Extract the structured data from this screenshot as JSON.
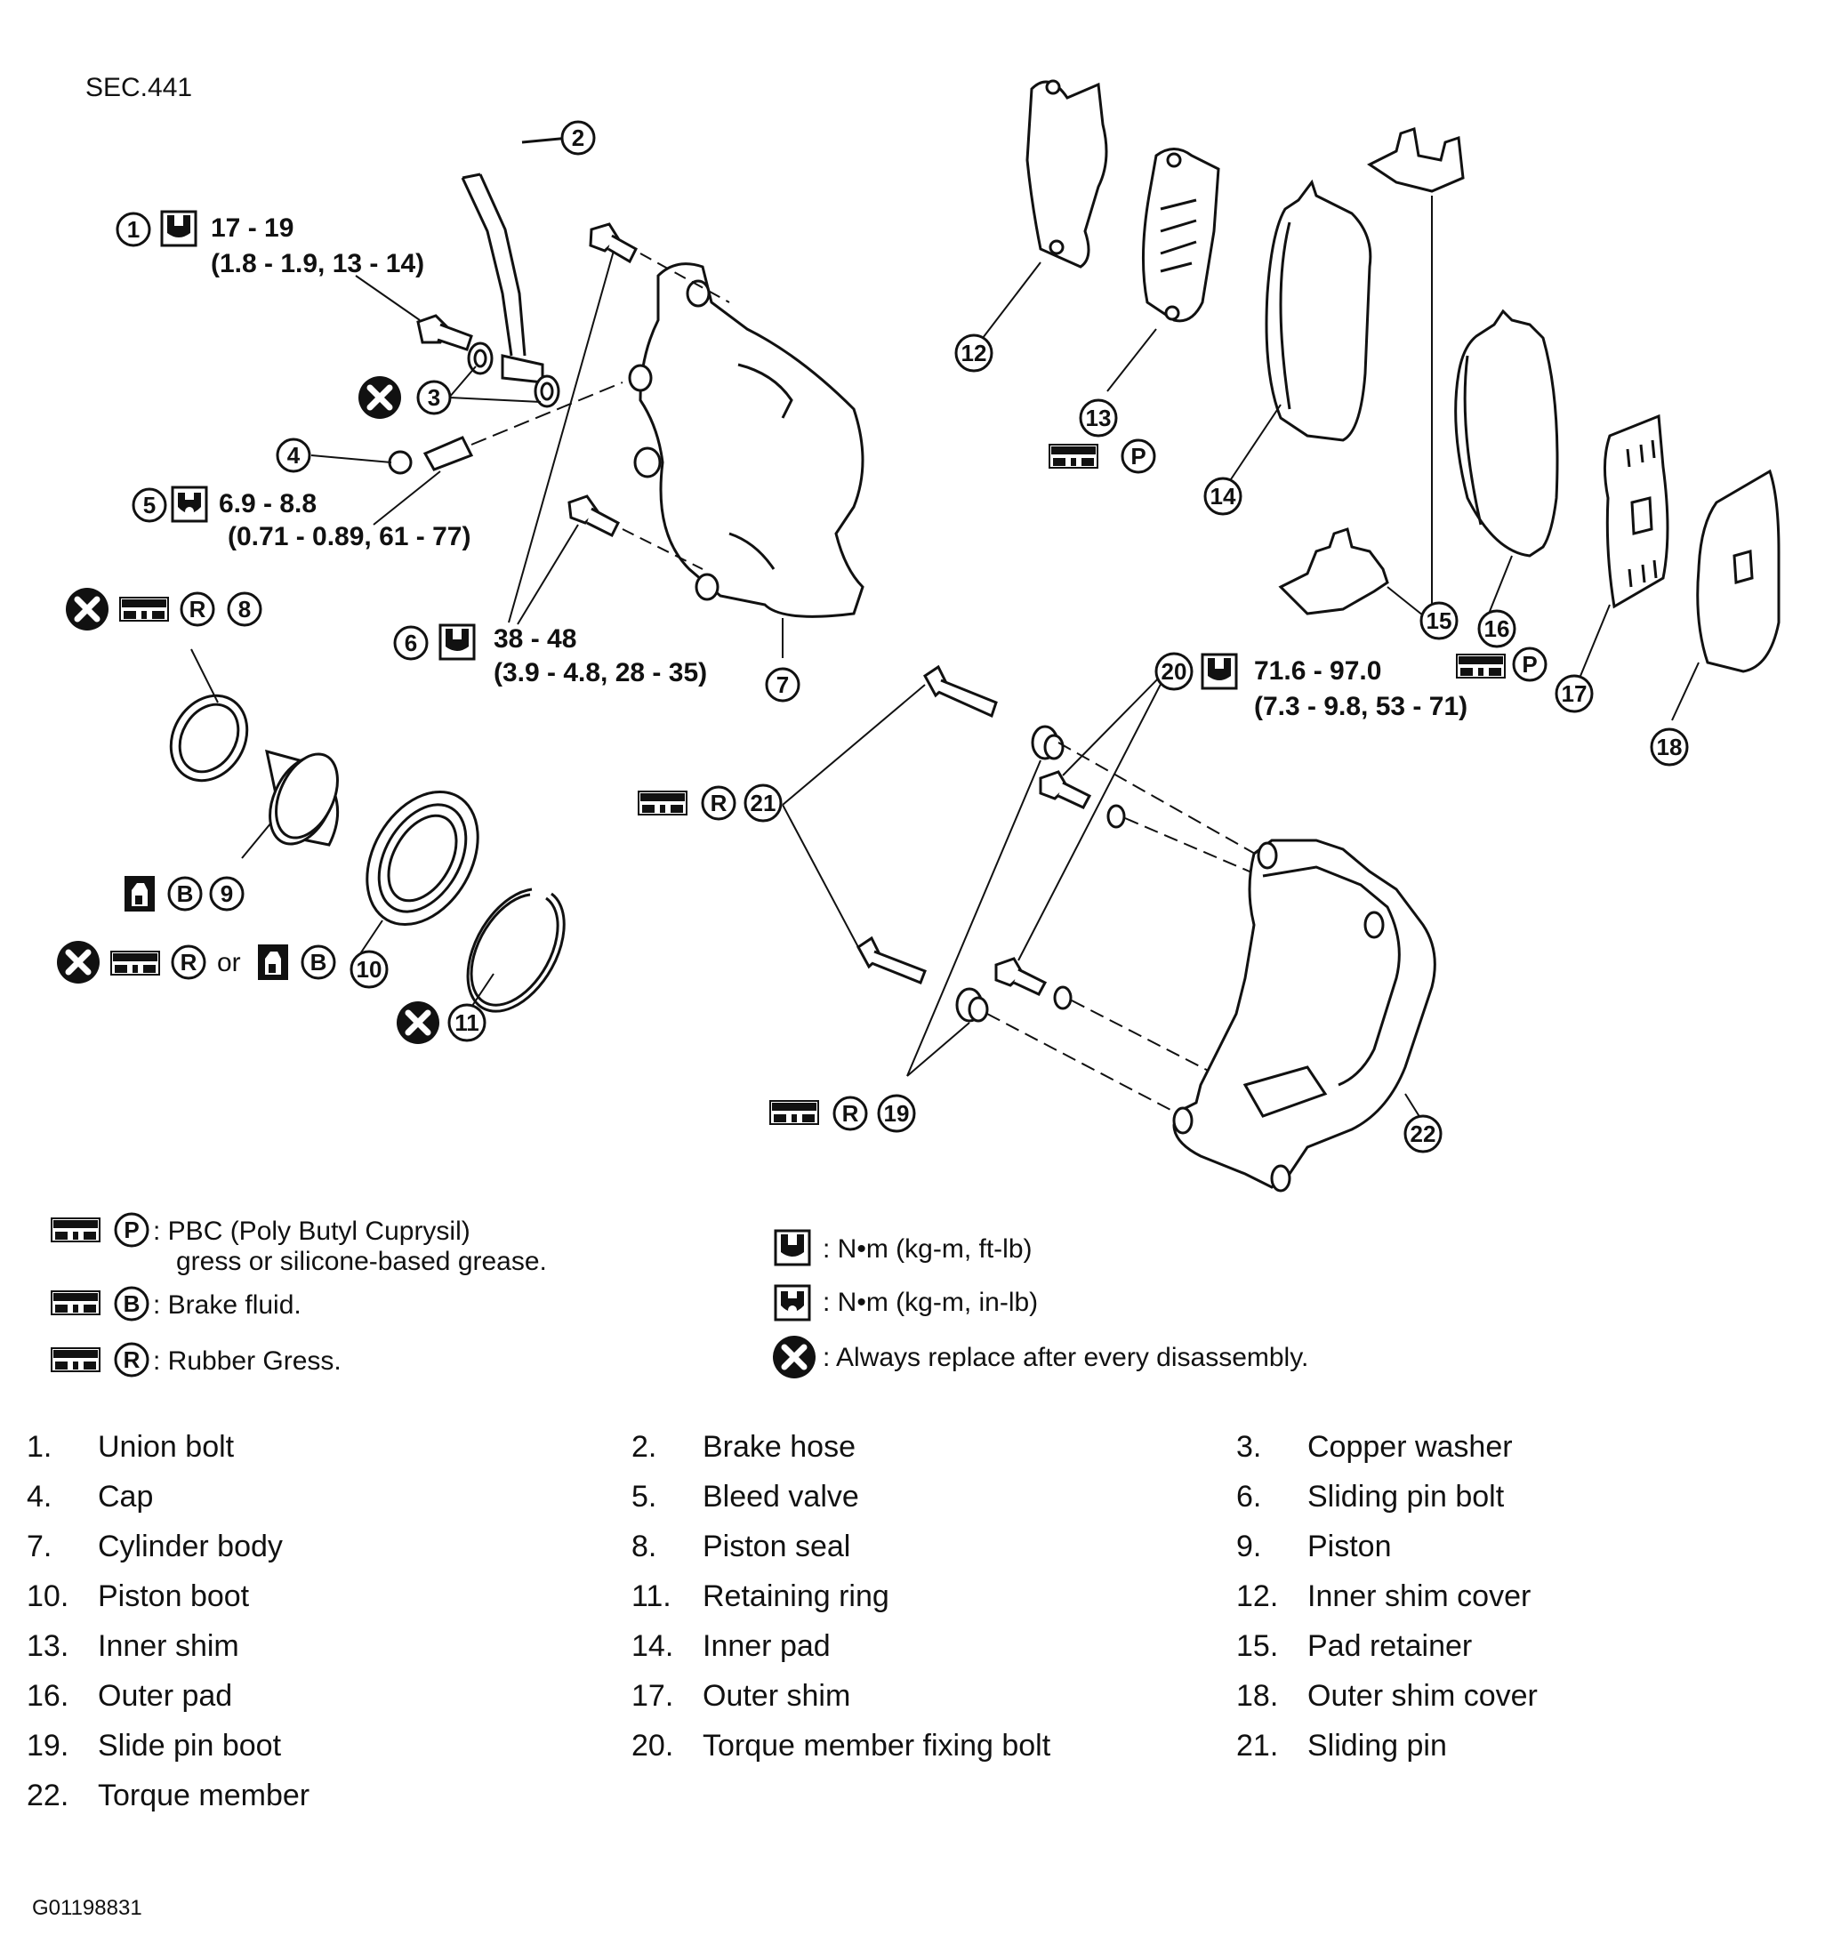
{
  "section": "SEC.441",
  "torque": {
    "t1": {
      "value": "17 - 19",
      "alt": "(1.8 - 1.9, 13 - 14)"
    },
    "t5": {
      "value": "6.9 - 8.8",
      "alt": "(0.71 - 0.89, 61 - 77)"
    },
    "t6": {
      "value": "38 - 48",
      "alt": "(3.9 - 4.8, 28 - 35)"
    },
    "t20": {
      "value": "71.6 - 97.0",
      "alt": "(7.3 - 9.8, 53 - 71)"
    }
  },
  "callouts": [
    "1",
    "2",
    "3",
    "4",
    "5",
    "6",
    "7",
    "8",
    "9",
    "10",
    "11",
    "12",
    "13",
    "14",
    "15",
    "16",
    "17",
    "18",
    "19",
    "20",
    "21",
    "22"
  ],
  "symbols": {
    "p": "P",
    "b": "B",
    "r": "R",
    "or": "or"
  },
  "legend": {
    "p_text_1": ": PBC (Poly Butyl Cuprysil)",
    "p_text_2": "gress or silicone-based grease.",
    "b_text": ": Brake fluid.",
    "r_text": ": Rubber Gress.",
    "nm_ftlb": ":  N•m  (kg-m,  ft-lb)",
    "nm_inlb": ":  N•m  (kg-m,  in-lb)",
    "replace": ": Always replace after every disassembly."
  },
  "parts": [
    {
      "n": "1.",
      "name": "Union bolt"
    },
    {
      "n": "2.",
      "name": "Brake hose"
    },
    {
      "n": "3.",
      "name": "Copper washer"
    },
    {
      "n": "4.",
      "name": "Cap"
    },
    {
      "n": "5.",
      "name": "Bleed valve"
    },
    {
      "n": "6.",
      "name": "Sliding pin bolt"
    },
    {
      "n": "7.",
      "name": "Cylinder body"
    },
    {
      "n": "8.",
      "name": "Piston seal"
    },
    {
      "n": "9.",
      "name": "Piston"
    },
    {
      "n": "10.",
      "name": "Piston boot"
    },
    {
      "n": "11.",
      "name": "Retaining ring"
    },
    {
      "n": "12.",
      "name": "Inner shim cover"
    },
    {
      "n": "13.",
      "name": "Inner shim"
    },
    {
      "n": "14.",
      "name": "Inner pad"
    },
    {
      "n": "15.",
      "name": "Pad retainer"
    },
    {
      "n": "16.",
      "name": "Outer pad"
    },
    {
      "n": "17.",
      "name": "Outer shim"
    },
    {
      "n": "18.",
      "name": "Outer shim cover"
    },
    {
      "n": "19.",
      "name": "Slide pin boot"
    },
    {
      "n": "20.",
      "name": "Torque member fixing bolt"
    },
    {
      "n": "21.",
      "name": "Sliding pin"
    },
    {
      "n": "22.",
      "name": "Torque member"
    }
  ],
  "figure_code": "G01198831"
}
